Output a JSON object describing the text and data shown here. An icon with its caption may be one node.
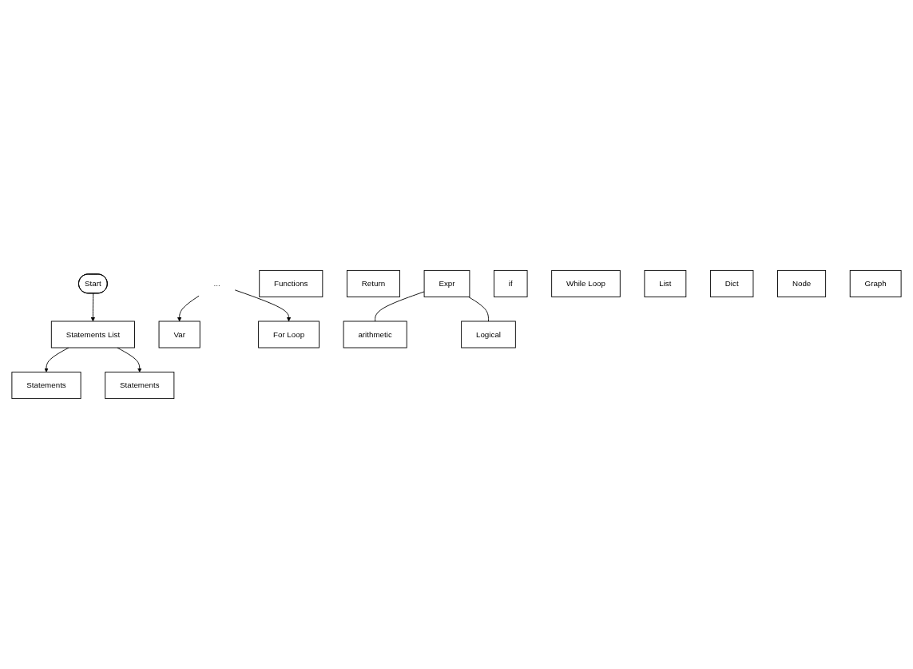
{
  "diagram": {
    "nodes": [
      {
        "text": [
          "Start"
        ]
      },
      {
        "text": [
          "Statements List"
        ]
      },
      {
        "text": [
          "Statements"
        ]
      },
      {
        "text": [
          "..."
        ]
      },
      {
        "text": [
          "Statements"
        ]
      },
      {
        "text": [
          "Functions"
        ]
      },
      {
        "text": [
          "Var"
        ]
      },
      {
        "text": [
          "Return"
        ]
      },
      {
        "text": [
          "Expr"
        ]
      },
      {
        "text": [
          "if"
        ]
      },
      {
        "text": [
          "For Loop"
        ]
      },
      {
        "text": [
          "While Loop"
        ]
      },
      {
        "text": [
          "arithmetic"
        ]
      },
      {
        "text": [
          "List"
        ]
      },
      {
        "text": [
          "Dict"
        ]
      },
      {
        "text": [
          "Node"
        ]
      },
      {
        "text": [
          "Graph"
        ]
      },
      {
        "text": [
          "Logical"
        ]
      }
    ],
    "edges": [
      {
        "from": 0,
        "to": 1,
        "arrow": "to"
      },
      {
        "from": 1,
        "to": 2,
        "arrow": "to"
      },
      {
        "from": 1,
        "to": 4,
        "arrow": "to"
      },
      {
        "from": 3,
        "to": 6,
        "arrow": "to"
      },
      {
        "from": 3,
        "to": 10,
        "arrow": "to"
      },
      {
        "from": 8,
        "to": 12,
        "arrow": "none"
      },
      {
        "from": 8,
        "to": 17,
        "arrow": "none"
      }
    ]
  }
}
